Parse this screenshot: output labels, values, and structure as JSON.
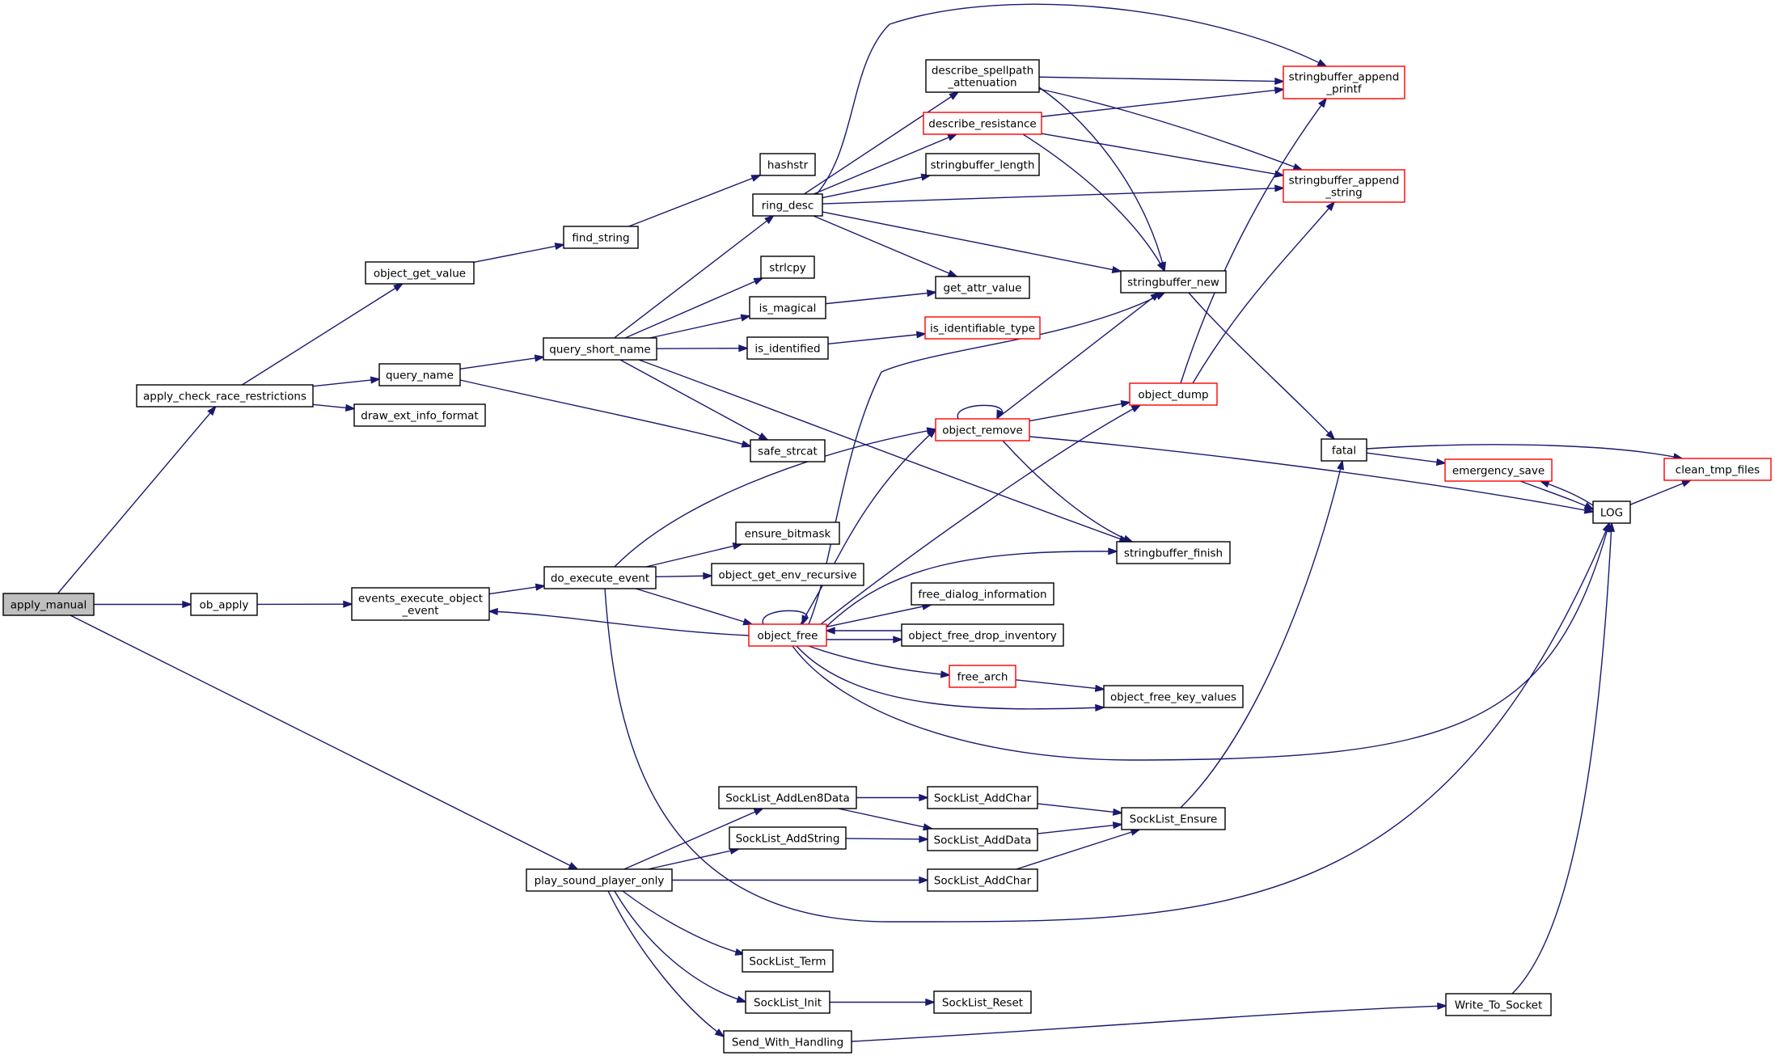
{
  "colors": {
    "edge": "#191970",
    "normal_border": "#000000",
    "truncated_border": "#ff0000",
    "root_fill": "#bfbfbf",
    "node_fill": "#ffffff"
  },
  "nodes": [
    {
      "id": "apply_manual",
      "lines": [
        "apply_manual"
      ],
      "style": "root"
    },
    {
      "id": "apply_check_race_restrictions",
      "lines": [
        "apply_check_race_restrictions"
      ],
      "style": "normal"
    },
    {
      "id": "ob_apply",
      "lines": [
        "ob_apply"
      ],
      "style": "normal"
    },
    {
      "id": "play_sound_player_only",
      "lines": [
        "play_sound_player_only"
      ],
      "style": "normal"
    },
    {
      "id": "object_get_value",
      "lines": [
        "object_get_value"
      ],
      "style": "normal"
    },
    {
      "id": "query_name",
      "lines": [
        "query_name"
      ],
      "style": "normal"
    },
    {
      "id": "draw_ext_info_format",
      "lines": [
        "draw_ext_info_format"
      ],
      "style": "normal"
    },
    {
      "id": "events_execute_object_event",
      "lines": [
        "events_execute_object",
        "_event"
      ],
      "style": "normal"
    },
    {
      "id": "find_string",
      "lines": [
        "find_string"
      ],
      "style": "normal"
    },
    {
      "id": "query_short_name",
      "lines": [
        "query_short_name"
      ],
      "style": "normal"
    },
    {
      "id": "do_execute_event",
      "lines": [
        "do_execute_event"
      ],
      "style": "normal"
    },
    {
      "id": "hashstr",
      "lines": [
        "hashstr"
      ],
      "style": "normal"
    },
    {
      "id": "ring_desc",
      "lines": [
        "ring_desc"
      ],
      "style": "normal"
    },
    {
      "id": "strlcpy",
      "lines": [
        "strlcpy"
      ],
      "style": "normal"
    },
    {
      "id": "is_magical",
      "lines": [
        "is_magical"
      ],
      "style": "normal"
    },
    {
      "id": "is_identified",
      "lines": [
        "is_identified"
      ],
      "style": "normal"
    },
    {
      "id": "safe_strcat",
      "lines": [
        "safe_strcat"
      ],
      "style": "normal"
    },
    {
      "id": "ensure_bitmask",
      "lines": [
        "ensure_bitmask"
      ],
      "style": "normal"
    },
    {
      "id": "object_get_env_recursive",
      "lines": [
        "object_get_env_recursive"
      ],
      "style": "normal"
    },
    {
      "id": "object_free",
      "lines": [
        "object_free"
      ],
      "style": "truncated"
    },
    {
      "id": "SockList_AddLen8Data",
      "lines": [
        "SockList_AddLen8Data"
      ],
      "style": "normal"
    },
    {
      "id": "SockList_AddString",
      "lines": [
        "SockList_AddString"
      ],
      "style": "normal"
    },
    {
      "id": "SockList_Term",
      "lines": [
        "SockList_Term"
      ],
      "style": "normal"
    },
    {
      "id": "SockList_Init",
      "lines": [
        "SockList_Init"
      ],
      "style": "normal"
    },
    {
      "id": "Send_With_Handling",
      "lines": [
        "Send_With_Handling"
      ],
      "style": "normal"
    },
    {
      "id": "describe_spellpath_attenuation",
      "lines": [
        "describe_spellpath",
        "_attenuation"
      ],
      "style": "normal"
    },
    {
      "id": "describe_resistance",
      "lines": [
        "describe_resistance"
      ],
      "style": "truncated"
    },
    {
      "id": "stringbuffer_length",
      "lines": [
        "stringbuffer_length"
      ],
      "style": "normal"
    },
    {
      "id": "get_attr_value",
      "lines": [
        "get_attr_value"
      ],
      "style": "normal"
    },
    {
      "id": "is_identifiable_type",
      "lines": [
        "is_identifiable_type"
      ],
      "style": "truncated"
    },
    {
      "id": "object_remove",
      "lines": [
        "object_remove"
      ],
      "style": "truncated"
    },
    {
      "id": "free_dialog_information",
      "lines": [
        "free_dialog_information"
      ],
      "style": "normal"
    },
    {
      "id": "object_free_drop_inventory",
      "lines": [
        "object_free_drop_inventory"
      ],
      "style": "normal"
    },
    {
      "id": "free_arch",
      "lines": [
        "free_arch"
      ],
      "style": "truncated"
    },
    {
      "id": "SockList_AddChar_a",
      "lines": [
        "SockList_AddChar"
      ],
      "style": "normal"
    },
    {
      "id": "SockList_AddData",
      "lines": [
        "SockList_AddData"
      ],
      "style": "normal"
    },
    {
      "id": "SockList_AddChar_b",
      "lines": [
        "SockList_AddChar"
      ],
      "style": "normal"
    },
    {
      "id": "SockList_Reset",
      "lines": [
        "SockList_Reset"
      ],
      "style": "normal"
    },
    {
      "id": "stringbuffer_new",
      "lines": [
        "stringbuffer_new"
      ],
      "style": "normal"
    },
    {
      "id": "object_dump",
      "lines": [
        "object_dump"
      ],
      "style": "truncated"
    },
    {
      "id": "stringbuffer_finish",
      "lines": [
        "stringbuffer_finish"
      ],
      "style": "normal"
    },
    {
      "id": "object_free_key_values",
      "lines": [
        "object_free_key_values"
      ],
      "style": "normal"
    },
    {
      "id": "SockList_Ensure",
      "lines": [
        "SockList_Ensure"
      ],
      "style": "normal"
    },
    {
      "id": "stringbuffer_append_printf",
      "lines": [
        "stringbuffer_append",
        "_printf"
      ],
      "style": "truncated"
    },
    {
      "id": "stringbuffer_append_string",
      "lines": [
        "stringbuffer_append",
        "_string"
      ],
      "style": "truncated"
    },
    {
      "id": "fatal",
      "lines": [
        "fatal"
      ],
      "style": "normal"
    },
    {
      "id": "emergency_save",
      "lines": [
        "emergency_save"
      ],
      "style": "truncated"
    },
    {
      "id": "LOG",
      "lines": [
        "LOG"
      ],
      "style": "normal"
    },
    {
      "id": "Write_To_Socket",
      "lines": [
        "Write_To_Socket"
      ],
      "style": "normal"
    },
    {
      "id": "clean_tmp_files",
      "lines": [
        "clean_tmp_files"
      ],
      "style": "truncated"
    }
  ],
  "edges": [
    {
      "from": "apply_manual",
      "to": "apply_check_race_restrictions"
    },
    {
      "from": "apply_manual",
      "to": "ob_apply"
    },
    {
      "from": "apply_manual",
      "to": "play_sound_player_only"
    },
    {
      "from": "apply_check_race_restrictions",
      "to": "object_get_value"
    },
    {
      "from": "apply_check_race_restrictions",
      "to": "query_name"
    },
    {
      "from": "apply_check_race_restrictions",
      "to": "draw_ext_info_format"
    },
    {
      "from": "object_get_value",
      "to": "find_string"
    },
    {
      "from": "find_string",
      "to": "hashstr"
    },
    {
      "from": "query_name",
      "to": "query_short_name"
    },
    {
      "from": "query_name",
      "to": "safe_strcat"
    },
    {
      "from": "query_short_name",
      "to": "ring_desc"
    },
    {
      "from": "query_short_name",
      "to": "strlcpy"
    },
    {
      "from": "query_short_name",
      "to": "is_magical"
    },
    {
      "from": "query_short_name",
      "to": "is_identified"
    },
    {
      "from": "query_short_name",
      "to": "safe_strcat"
    },
    {
      "from": "query_short_name",
      "to": "stringbuffer_finish"
    },
    {
      "from": "ring_desc",
      "to": "describe_spellpath_attenuation"
    },
    {
      "from": "ring_desc",
      "to": "describe_resistance"
    },
    {
      "from": "ring_desc",
      "to": "stringbuffer_length"
    },
    {
      "from": "ring_desc",
      "to": "get_attr_value"
    },
    {
      "from": "ring_desc",
      "to": "stringbuffer_new"
    },
    {
      "from": "ring_desc",
      "to": "stringbuffer_append_printf"
    },
    {
      "from": "ring_desc",
      "to": "stringbuffer_append_string"
    },
    {
      "from": "is_magical",
      "to": "get_attr_value"
    },
    {
      "from": "is_identified",
      "to": "is_identifiable_type"
    },
    {
      "from": "describe_spellpath_attenuation",
      "to": "stringbuffer_append_printf"
    },
    {
      "from": "describe_spellpath_attenuation",
      "to": "stringbuffer_append_string"
    },
    {
      "from": "describe_spellpath_attenuation",
      "to": "stringbuffer_new"
    },
    {
      "from": "describe_resistance",
      "to": "stringbuffer_append_printf"
    },
    {
      "from": "describe_resistance",
      "to": "stringbuffer_append_string"
    },
    {
      "from": "describe_resistance",
      "to": "stringbuffer_new"
    },
    {
      "from": "ob_apply",
      "to": "events_execute_object_event"
    },
    {
      "from": "events_execute_object_event",
      "to": "do_execute_event"
    },
    {
      "from": "do_execute_event",
      "to": "object_remove"
    },
    {
      "from": "do_execute_event",
      "to": "ensure_bitmask"
    },
    {
      "from": "do_execute_event",
      "to": "object_get_env_recursive"
    },
    {
      "from": "do_execute_event",
      "to": "object_free"
    },
    {
      "from": "do_execute_event",
      "to": "LOG"
    },
    {
      "from": "object_free",
      "to": "events_execute_object_event"
    },
    {
      "from": "object_free",
      "to": "object_free"
    },
    {
      "from": "object_free",
      "to": "stringbuffer_new"
    },
    {
      "from": "object_free",
      "to": "object_remove"
    },
    {
      "from": "object_free",
      "to": "object_dump"
    },
    {
      "from": "object_free",
      "to": "stringbuffer_finish"
    },
    {
      "from": "object_free",
      "to": "free_dialog_information"
    },
    {
      "from": "object_free",
      "to": "object_free_drop_inventory"
    },
    {
      "from": "object_free",
      "to": "free_arch"
    },
    {
      "from": "object_free",
      "to": "object_free_key_values"
    },
    {
      "from": "object_free",
      "to": "LOG"
    },
    {
      "from": "object_free_drop_inventory",
      "to": "object_free"
    },
    {
      "from": "free_arch",
      "to": "object_free_key_values"
    },
    {
      "from": "object_remove",
      "to": "object_remove"
    },
    {
      "from": "object_remove",
      "to": "stringbuffer_new"
    },
    {
      "from": "object_remove",
      "to": "object_dump"
    },
    {
      "from": "object_remove",
      "to": "stringbuffer_finish"
    },
    {
      "from": "object_remove",
      "to": "LOG"
    },
    {
      "from": "object_dump",
      "to": "stringbuffer_append_printf"
    },
    {
      "from": "object_dump",
      "to": "stringbuffer_append_string"
    },
    {
      "from": "stringbuffer_new",
      "to": "fatal"
    },
    {
      "from": "fatal",
      "to": "emergency_save"
    },
    {
      "from": "fatal",
      "to": "clean_tmp_files"
    },
    {
      "from": "emergency_save",
      "to": "LOG"
    },
    {
      "from": "LOG",
      "to": "emergency_save"
    },
    {
      "from": "LOG",
      "to": "clean_tmp_files"
    },
    {
      "from": "play_sound_player_only",
      "to": "SockList_AddLen8Data"
    },
    {
      "from": "play_sound_player_only",
      "to": "SockList_AddString"
    },
    {
      "from": "play_sound_player_only",
      "to": "SockList_AddChar_b"
    },
    {
      "from": "play_sound_player_only",
      "to": "SockList_Term"
    },
    {
      "from": "play_sound_player_only",
      "to": "SockList_Init"
    },
    {
      "from": "play_sound_player_only",
      "to": "Send_With_Handling"
    },
    {
      "from": "SockList_AddLen8Data",
      "to": "SockList_AddChar_a"
    },
    {
      "from": "SockList_AddLen8Data",
      "to": "SockList_AddData"
    },
    {
      "from": "SockList_AddString",
      "to": "SockList_AddData"
    },
    {
      "from": "SockList_AddChar_a",
      "to": "SockList_Ensure"
    },
    {
      "from": "SockList_AddData",
      "to": "SockList_Ensure"
    },
    {
      "from": "SockList_AddChar_b",
      "to": "SockList_Ensure"
    },
    {
      "from": "SockList_Ensure",
      "to": "fatal"
    },
    {
      "from": "SockList_Init",
      "to": "SockList_Reset"
    },
    {
      "from": "Send_With_Handling",
      "to": "Write_To_Socket"
    },
    {
      "from": "Write_To_Socket",
      "to": "LOG"
    }
  ]
}
